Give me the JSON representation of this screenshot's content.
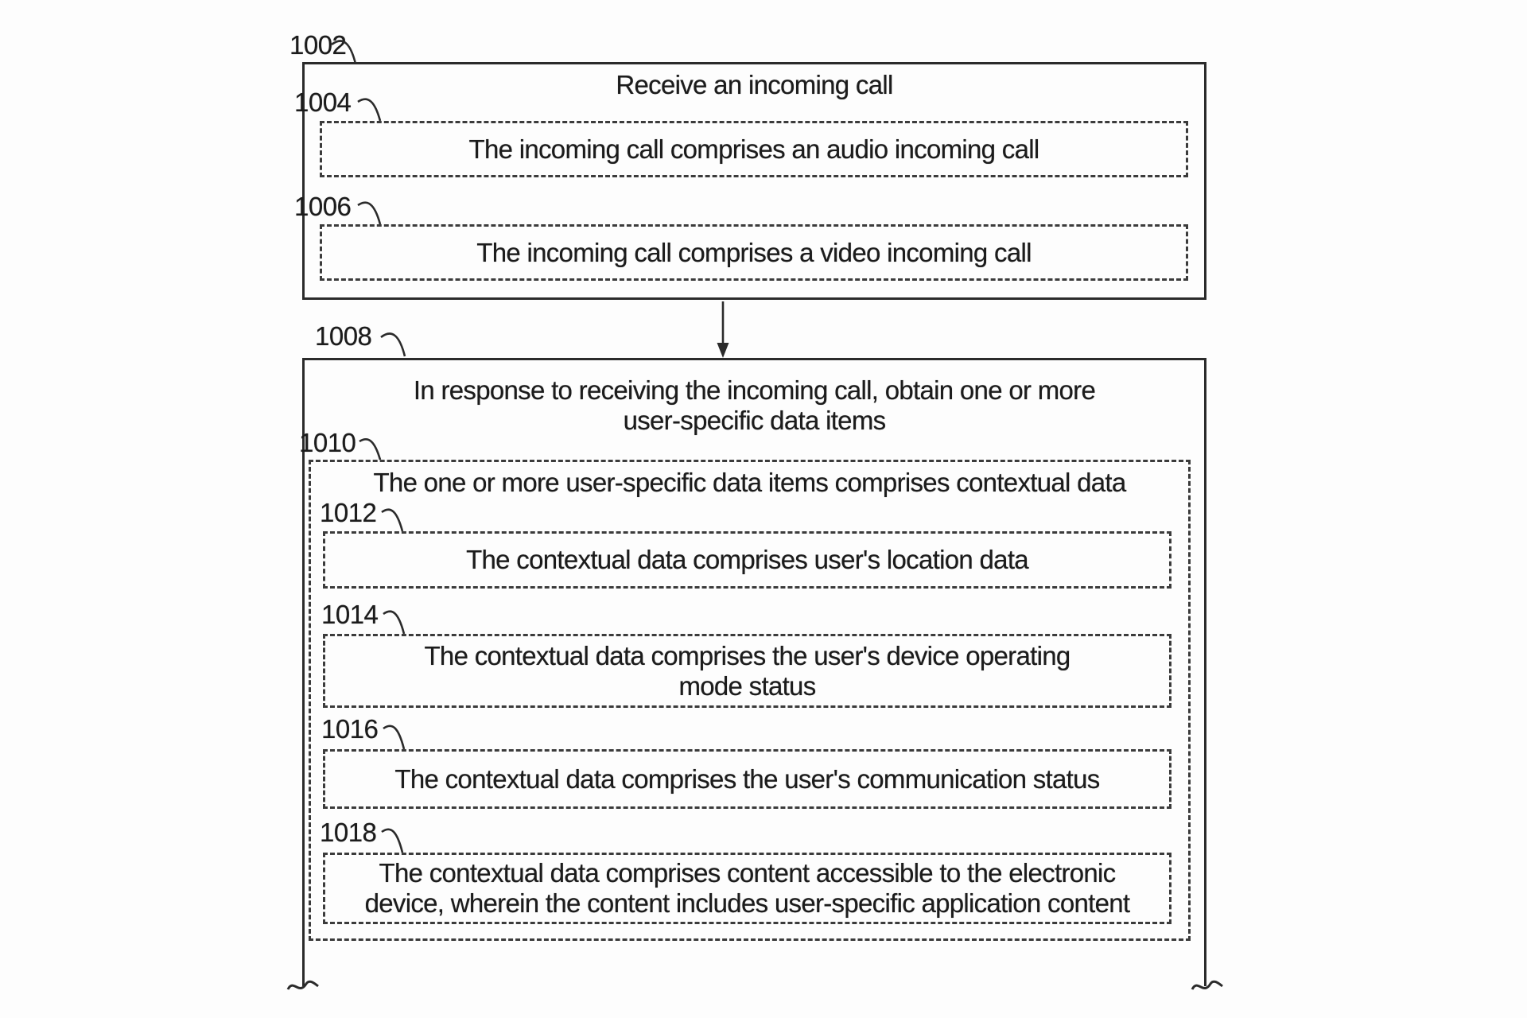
{
  "figure": {
    "colors": {
      "background": "#fdfdfd",
      "line": "#2b2b2b",
      "dashed_line": "#3b3b3b",
      "text": "#1c1c1c"
    },
    "icons": {
      "arrow": "down-arrow",
      "break_mark": "tilde-break"
    },
    "flowchart": {
      "step1002": {
        "label": "1002",
        "text": "Receive an incoming call"
      },
      "step1004": {
        "label": "1004",
        "text": "The incoming call comprises an audio incoming call"
      },
      "step1006": {
        "label": "1006",
        "text": "The incoming call comprises a video incoming call"
      },
      "step1008": {
        "label": "1008",
        "text": "In response to receiving the incoming call, obtain one or more\nuser-specific data items"
      },
      "step1010": {
        "label": "1010",
        "text": "The one or more user-specific data items comprises contextual data"
      },
      "step1012": {
        "label": "1012",
        "text": "The contextual data comprises user's location data"
      },
      "step1014": {
        "label": "1014",
        "text": "The contextual data comprises the user's device operating\nmode status"
      },
      "step1016": {
        "label": "1016",
        "text": "The contextual data comprises the user's communication status"
      },
      "step1018": {
        "label": "1018",
        "text": "The contextual data comprises content accessible to the electronic\ndevice, wherein the content includes user-specific application content"
      }
    }
  }
}
